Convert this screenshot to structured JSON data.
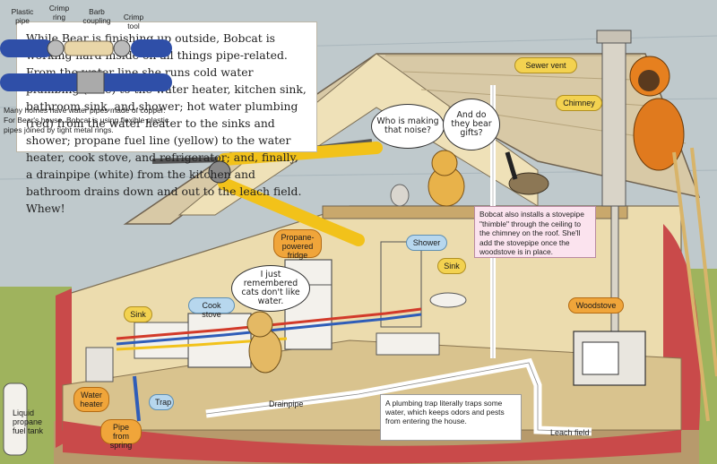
{
  "intro_text": "While Bear is finishing up outside, Bobcat is working hard inside on all things pipe-related. From the water line she runs cold water plumbing (blue) to the water heater, kitchen sink, bathroom sink, and shower; hot water plumbing (red) from the water heater to the sinks and shower; propane fuel line (yellow) to the water heater, cook stove, and refrigerator; and, finally, a drainpipe (white) from the kitchen and bathroom drains down and out to the leach field. Whew!",
  "inset": {
    "labels": {
      "plastic_pipe": "Plastic pipe",
      "crimp_ring": "Crimp ring",
      "barb_coupling": "Barb coupling",
      "crimp_tool": "Crimp tool"
    },
    "caption": "Many homes have water pipes made of copper. For Bear's house, Bobcat is using flexible plastic pipes joined by tight metal rings."
  },
  "callouts": {
    "sewer_vent": "Sewer vent",
    "chimney": "Chimney",
    "propane_fridge": "Propane-powered fridge",
    "shower": "Shower",
    "sink_bath": "Sink",
    "sink_kitchen": "Sink",
    "cook_stove": "Cook stove",
    "woodstove": "Woodstove",
    "water_heater": "Water heater",
    "trap": "Trap",
    "pipe_from_spring": "Pipe from spring",
    "drainpipe": "Drainpipe",
    "leach_field": "Leach field",
    "liquid_propane": "Liquid propane fuel tank"
  },
  "speech": {
    "who": "Who is making that noise?",
    "gifts": "And do they bear gifts?",
    "cats": "I just remembered cats don't like water."
  },
  "stovepipe_note": "Bobcat also installs a stovepipe \"thimble\" through the ceiling to the chimney on the roof. She'll add the stovepipe once the woodstove is in place.",
  "trap_note": "A plumbing trap literally traps some water, which keeps odors and pests from entering the house.",
  "colors": {
    "cold_water": "#2f5db8",
    "hot_water": "#d23a2a",
    "propane": "#f2c21a",
    "drain": "#ffffff",
    "wood": "#ecdcae",
    "siding": "#c94a4a",
    "sky": "#b6c4cf"
  }
}
